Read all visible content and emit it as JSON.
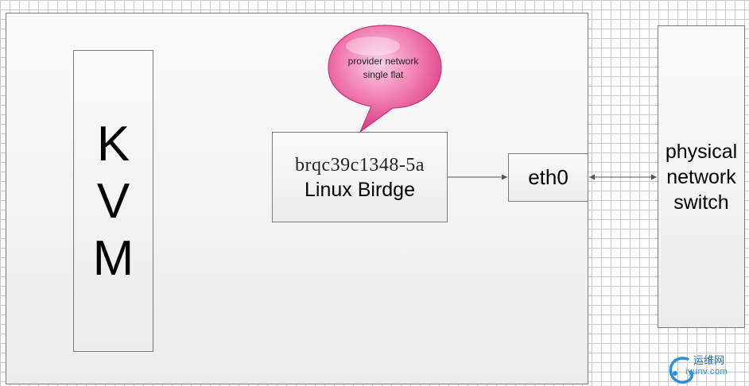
{
  "kvm": {
    "letters": [
      "K",
      "V",
      "M"
    ]
  },
  "bridge": {
    "id": "brqc39c1348-5a",
    "label": "Linux  Birdge"
  },
  "eth": {
    "label": "eth0"
  },
  "switch": {
    "lines": [
      "physical",
      "network",
      "switch"
    ]
  },
  "callout": {
    "lines": [
      "provider  network",
      "single flat"
    ]
  },
  "watermark": {
    "logo": "logo",
    "text_cn": "运维网",
    "url": "iyunv.com"
  },
  "colors": {
    "callout_fill": "#e8559a",
    "box_border": "#7a7a7a",
    "connector": "#555555"
  }
}
